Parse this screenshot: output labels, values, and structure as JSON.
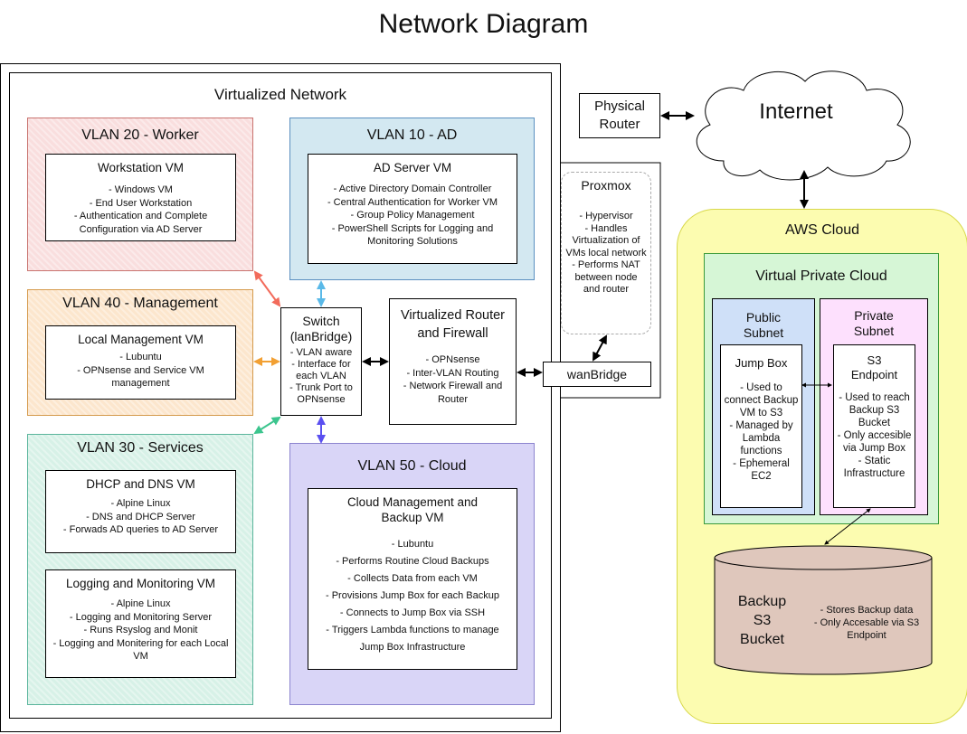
{
  "title": "Network Diagram",
  "virtualized_network": {
    "label": "Virtualized Network"
  },
  "vlan20": {
    "title": "VLAN 20 - Worker",
    "vm_title": "Workstation VM",
    "lines": "- Windows VM\n- End User Workstation\n- Authentication and Complete Configuration via AD Server"
  },
  "vlan10": {
    "title": "VLAN 10 - AD",
    "vm_title": "AD Server VM",
    "lines": "- Active Directory Domain Controller\n- Central Authentication for Worker VM\n- Group Policy Management\n- PowerShell Scripts for Logging and Monitoring Solutions"
  },
  "vlan40": {
    "title": "VLAN 40 - Management",
    "vm_title": "Local Management VM",
    "lines": "- Lubuntu\n- OPNsense and Service VM management"
  },
  "vlan30": {
    "title": "VLAN 30 - Services",
    "vm1_title": "DHCP and DNS VM",
    "vm1_lines": "- Alpine Linux\n- DNS and DHCP Server\n- Forwads AD queries to AD Server",
    "vm2_title": "Logging and Monitoring VM",
    "vm2_lines": "- Alpine Linux\n- Logging and Monitoring Server\n- Runs Rsyslog and Monit\n- Logging and Monitering for each Local VM"
  },
  "vlan50": {
    "title": "VLAN 50 - Cloud",
    "vm_title": "Cloud Management and\nBackup VM",
    "lines": "- Lubuntu\n- Performs Routine Cloud Backups\n- Collects Data from each VM\n- Provisions Jump Box for each Backup\n- Connects to Jump Box via SSH\n- Triggers Lambda functions to manage Jump Box Infrastructure"
  },
  "switch": {
    "title": "Switch\n(lanBridge)",
    "lines": "- VLAN aware\n- Interface for each VLAN\n- Trunk Port to OPNsense"
  },
  "router_fw": {
    "title": "Virtualized Router\nand Firewall",
    "lines": "- OPNsense\n- Inter-VLAN Routing\n- Network Firewall and Router"
  },
  "proxmox": {
    "title": "Proxmox",
    "lines": "- Hypervisor\n- Handles Virtualization of VMs local network\n- Performs NAT between node and router"
  },
  "wanbridge": {
    "label": "wanBridge"
  },
  "physical_router": {
    "label": "Physical\nRouter"
  },
  "internet": {
    "label": "Internet"
  },
  "aws": {
    "label": "AWS Cloud"
  },
  "vpc": {
    "label": "Virtual Private Cloud"
  },
  "public_subnet": {
    "label": "Public\nSubnet",
    "jump_title": "Jump Box",
    "jump_lines": "- Used to connect Backup VM to S3\n- Managed by Lambda functions\n- Ephemeral EC2"
  },
  "private_subnet": {
    "label": "Private\nSubnet",
    "s3_title": "S3\nEndpoint",
    "s3_lines": "- Used to reach Backup S3 Bucket\n- Only accesible via Jump Box\n- Static Infrastructure"
  },
  "bucket": {
    "label": "Backup\nS3\nBucket",
    "lines": "- Stores Backup data\n- Only Accesable via S3 Endpoint"
  },
  "colors": {
    "arrow_red": "#f26b5b",
    "arrow_blue": "#5ab9e8",
    "arrow_orange": "#f2a033",
    "arrow_green": "#3cc58e",
    "arrow_purple": "#5a4ff0"
  }
}
